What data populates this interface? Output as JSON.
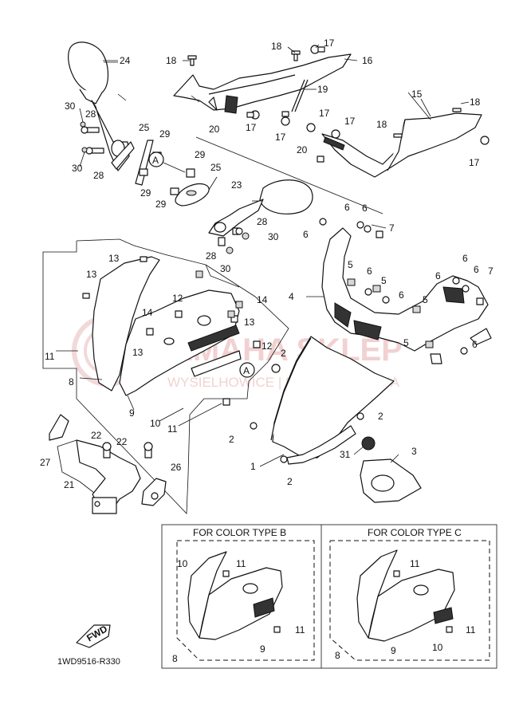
{
  "diagram": {
    "code": "1WD9516-R330",
    "fwd_label": "FWD",
    "ref_marker": "A",
    "watermark_title": "YAMAHA SKLEP",
    "watermark_subtitle": "WYSIELHOWICE | DEALER YAMAHA",
    "color_type_b": "FOR COLOR TYPE B",
    "color_type_c": "FOR COLOR TYPE C",
    "callouts": {
      "c1": "1",
      "c2": "2",
      "c3": "3",
      "c4": "4",
      "c5": "5",
      "c6": "6",
      "c7": "7",
      "c8": "8",
      "c9": "9",
      "c10": "10",
      "c11": "11",
      "c12": "12",
      "c13": "13",
      "c14": "14",
      "c15": "15",
      "c16": "16",
      "c17": "17",
      "c18": "18",
      "c19": "19",
      "c20": "20",
      "c21": "21",
      "c22": "22",
      "c23": "23",
      "c24": "24",
      "c25": "25",
      "c26": "26",
      "c27": "27",
      "c28": "28",
      "c29": "29",
      "c30": "30",
      "c31": "31"
    }
  }
}
